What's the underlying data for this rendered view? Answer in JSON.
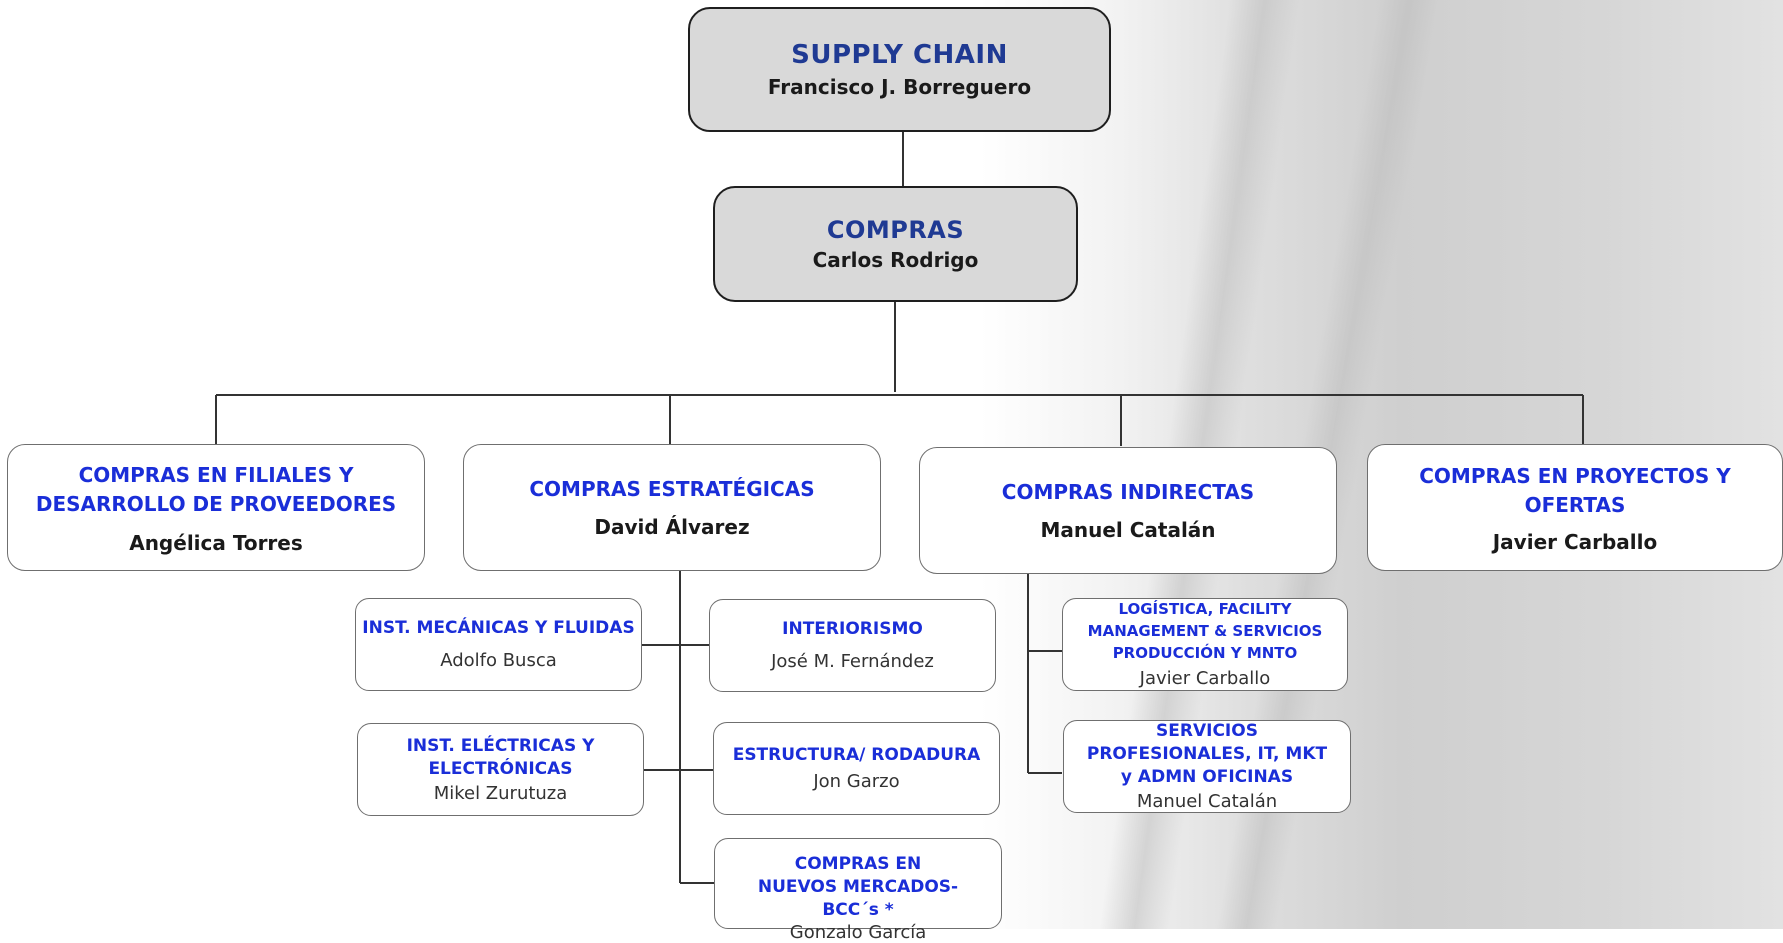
{
  "chart": {
    "root": {
      "title": "SUPPLY CHAIN",
      "name": "Francisco J. Borreguero"
    },
    "level1": {
      "title": "COMPRAS",
      "name": "Carlos Rodrigo"
    },
    "departments": [
      {
        "title": "COMPRAS EN FILIALES Y DESARROLLO DE PROVEEDORES",
        "name": "Angélica Torres"
      },
      {
        "title": "COMPRAS ESTRATÉGICAS",
        "name": "David Álvarez"
      },
      {
        "title": "COMPRAS INDIRECTAS",
        "name": "Manuel Catalán"
      },
      {
        "title": "COMPRAS EN PROYECTOS Y OFERTAS",
        "name": "Javier Carballo"
      }
    ],
    "estrategicas_units": [
      {
        "title": "INST. MECÁNICAS Y FLUIDAS",
        "name": "Adolfo Busca"
      },
      {
        "title": "INTERIORISMO",
        "name": "José M. Fernández"
      },
      {
        "title": "INST. ELÉCTRICAS Y ELECTRÓNICAS",
        "name": "Mikel Zurutuza"
      },
      {
        "title": "ESTRUCTURA/ RODADURA",
        "name": "Jon Garzo"
      },
      {
        "title": "COMPRAS EN NUEVOS MERCADOS- BCC´s *",
        "name": "Gonzalo García"
      }
    ],
    "indirectas_units": [
      {
        "title": "LOGÍSTICA, FACILITY MANAGEMENT & SERVICIOS PRODUCCIÓN Y MNTO",
        "name": "Javier Carballo"
      },
      {
        "title": "SERVICIOS PROFESIONALES, IT, MKT y ADMN OFICINAS",
        "name": "Manuel Catalán"
      }
    ]
  },
  "colors": {
    "title_dark_blue": "#1f3a93",
    "title_blue": "#1a2ed8",
    "top_box_fill": "#d9d9d9",
    "connector": "#333333"
  }
}
